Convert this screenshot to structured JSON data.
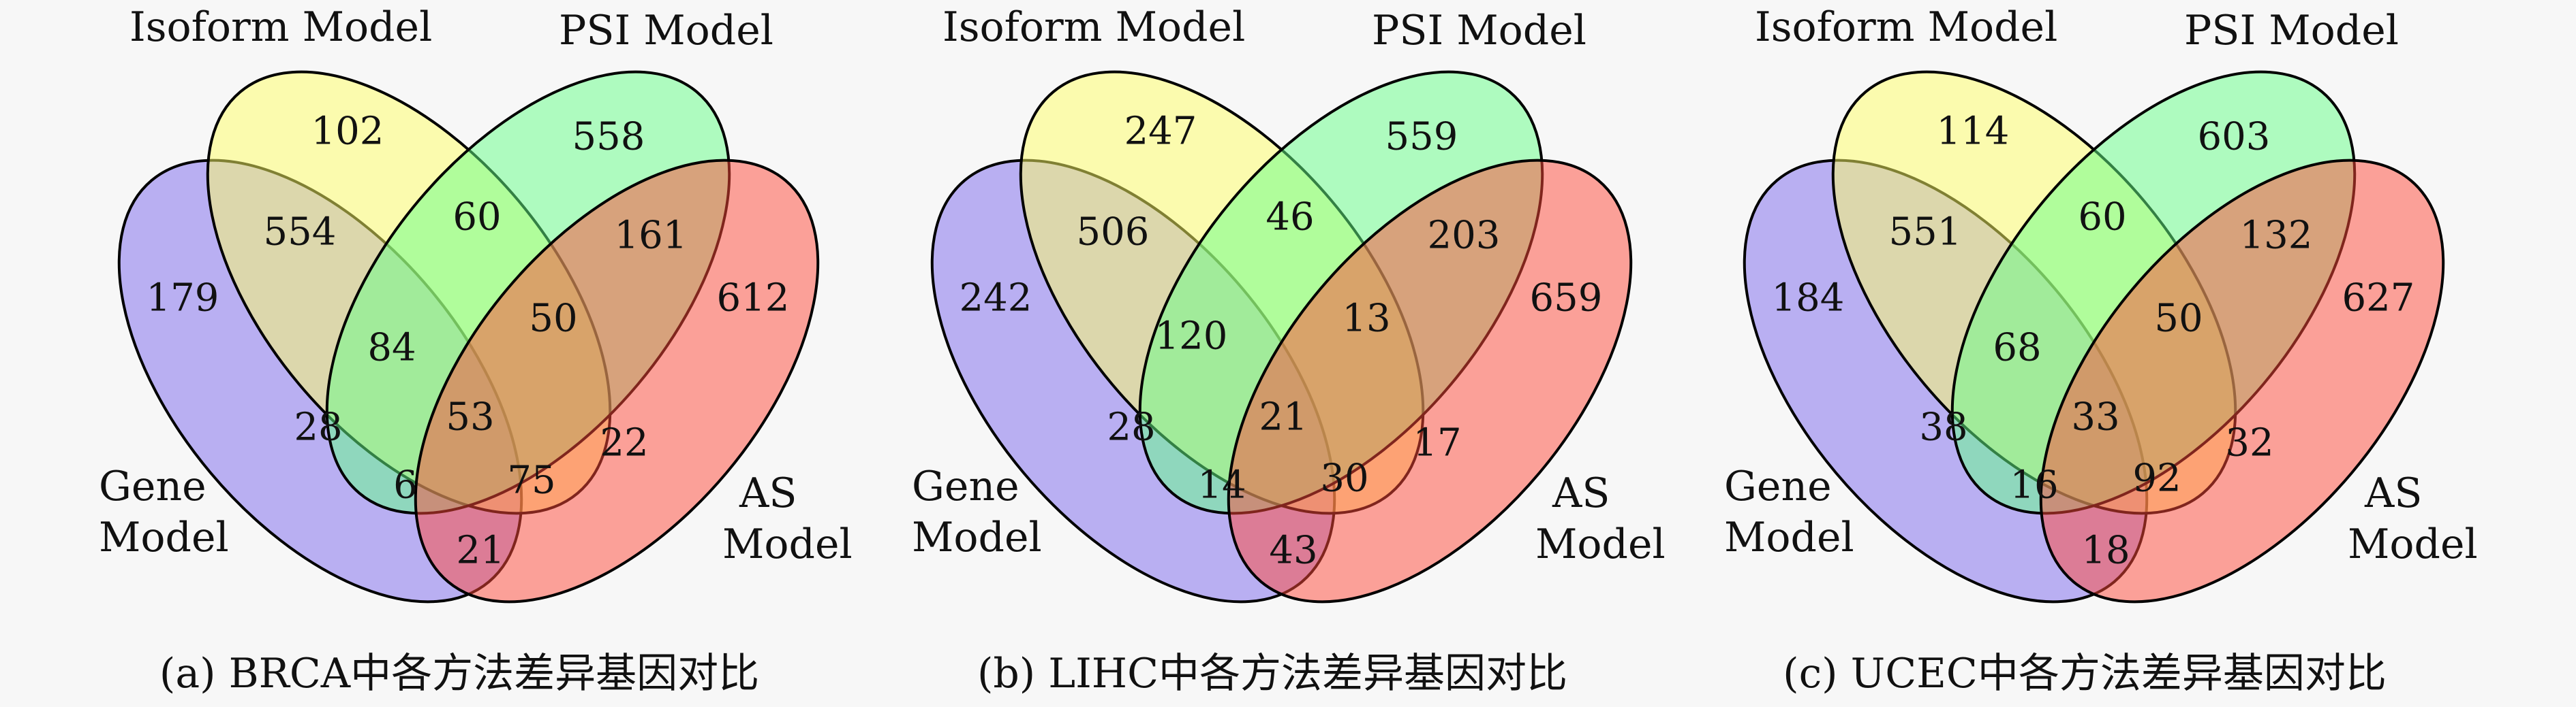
{
  "set_colors": {
    "gene": "#7b68ee",
    "isoform": "#ffff66",
    "psi": "#66ff88",
    "as": "#ff4a3a"
  },
  "panels": [
    {
      "caption": "(a) BRCA中各方法差异基因对比",
      "labels": {
        "isoform": "Isoform Model",
        "psi": "PSI Model",
        "gene_line1": "Gene",
        "gene_line2": "Model",
        "as_line1": "AS",
        "as_line2": "Model"
      },
      "counts": {
        "isoform_only": "102",
        "psi_only": "558",
        "gene_only": "179",
        "as_only": "612",
        "gene_isoform": "554",
        "isoform_psi": "60",
        "psi_as": "161",
        "gene_isoform_psi": "84",
        "isoform_psi_as": "50",
        "gene_psi": "28",
        "all_four": "53",
        "isoform_as": "22",
        "gene_psi_as": "6",
        "gene_isoform_as": "75",
        "gene_as": "21"
      }
    },
    {
      "caption": "(b) LIHC中各方法差异基因对比",
      "labels": {
        "isoform": "Isoform Model",
        "psi": "PSI Model",
        "gene_line1": "Gene",
        "gene_line2": "Model",
        "as_line1": "AS",
        "as_line2": "Model"
      },
      "counts": {
        "isoform_only": "247",
        "psi_only": "559",
        "gene_only": "242",
        "as_only": "659",
        "gene_isoform": "506",
        "isoform_psi": "46",
        "psi_as": "203",
        "gene_isoform_psi": "120",
        "isoform_psi_as": "13",
        "gene_psi": "28",
        "all_four": "21",
        "isoform_as": "17",
        "gene_psi_as": "14",
        "gene_isoform_as": "30",
        "gene_as": "43"
      }
    },
    {
      "caption": "(c) UCEC中各方法差异基因对比",
      "labels": {
        "isoform": "Isoform Model",
        "psi": "PSI Model",
        "gene_line1": "Gene",
        "gene_line2": "Model",
        "as_line1": "AS",
        "as_line2": "Model"
      },
      "counts": {
        "isoform_only": "114",
        "psi_only": "603",
        "gene_only": "184",
        "as_only": "627",
        "gene_isoform": "551",
        "isoform_psi": "60",
        "psi_as": "132",
        "gene_isoform_psi": "68",
        "isoform_psi_as": "50",
        "gene_psi": "38",
        "all_four": "33",
        "isoform_as": "32",
        "gene_psi_as": "16",
        "gene_isoform_as": "92",
        "gene_as": "18"
      }
    }
  ]
}
